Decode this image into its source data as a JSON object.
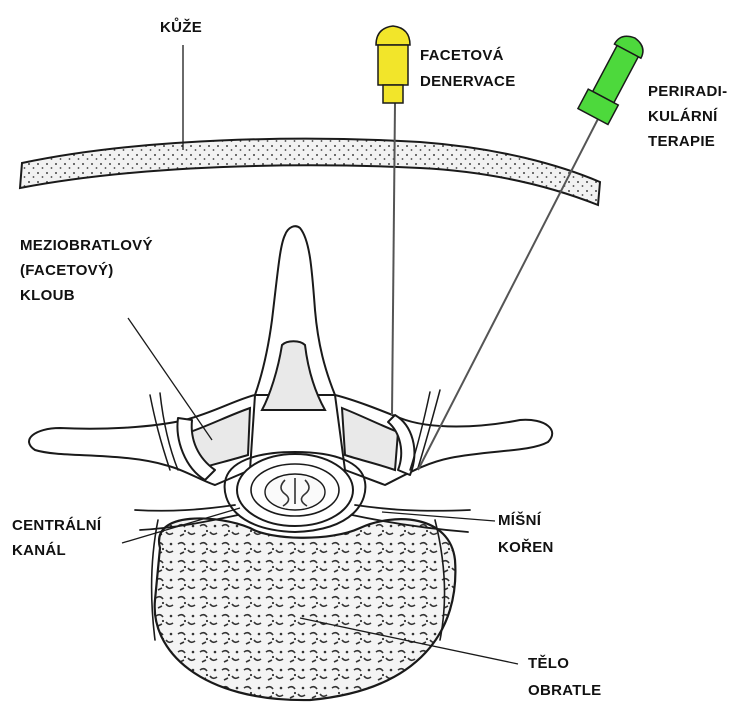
{
  "labels": {
    "skin": "KŮŽE",
    "facet_denervation": [
      "FACETOVÁ",
      "DENERVACE"
    ],
    "periradicular": [
      "PERIRADI-",
      "KULÁRNÍ",
      "TERAPIE"
    ],
    "facet_joint": [
      "MEZIOBRATLOVÝ",
      "(FACETOVÝ)",
      "KLOUB"
    ],
    "central_canal": [
      "CENTRÁLNÍ",
      "KANÁL"
    ],
    "nerve_root": [
      "MÍŠNÍ",
      "KOŘEN"
    ],
    "vertebral_body": [
      "TĚLO",
      "OBRATLE"
    ]
  },
  "colors": {
    "facet_needle_hub": "#f2e52a",
    "periradicular_needle_hub": "#4dd93c",
    "ink": "#1a1a1a"
  }
}
